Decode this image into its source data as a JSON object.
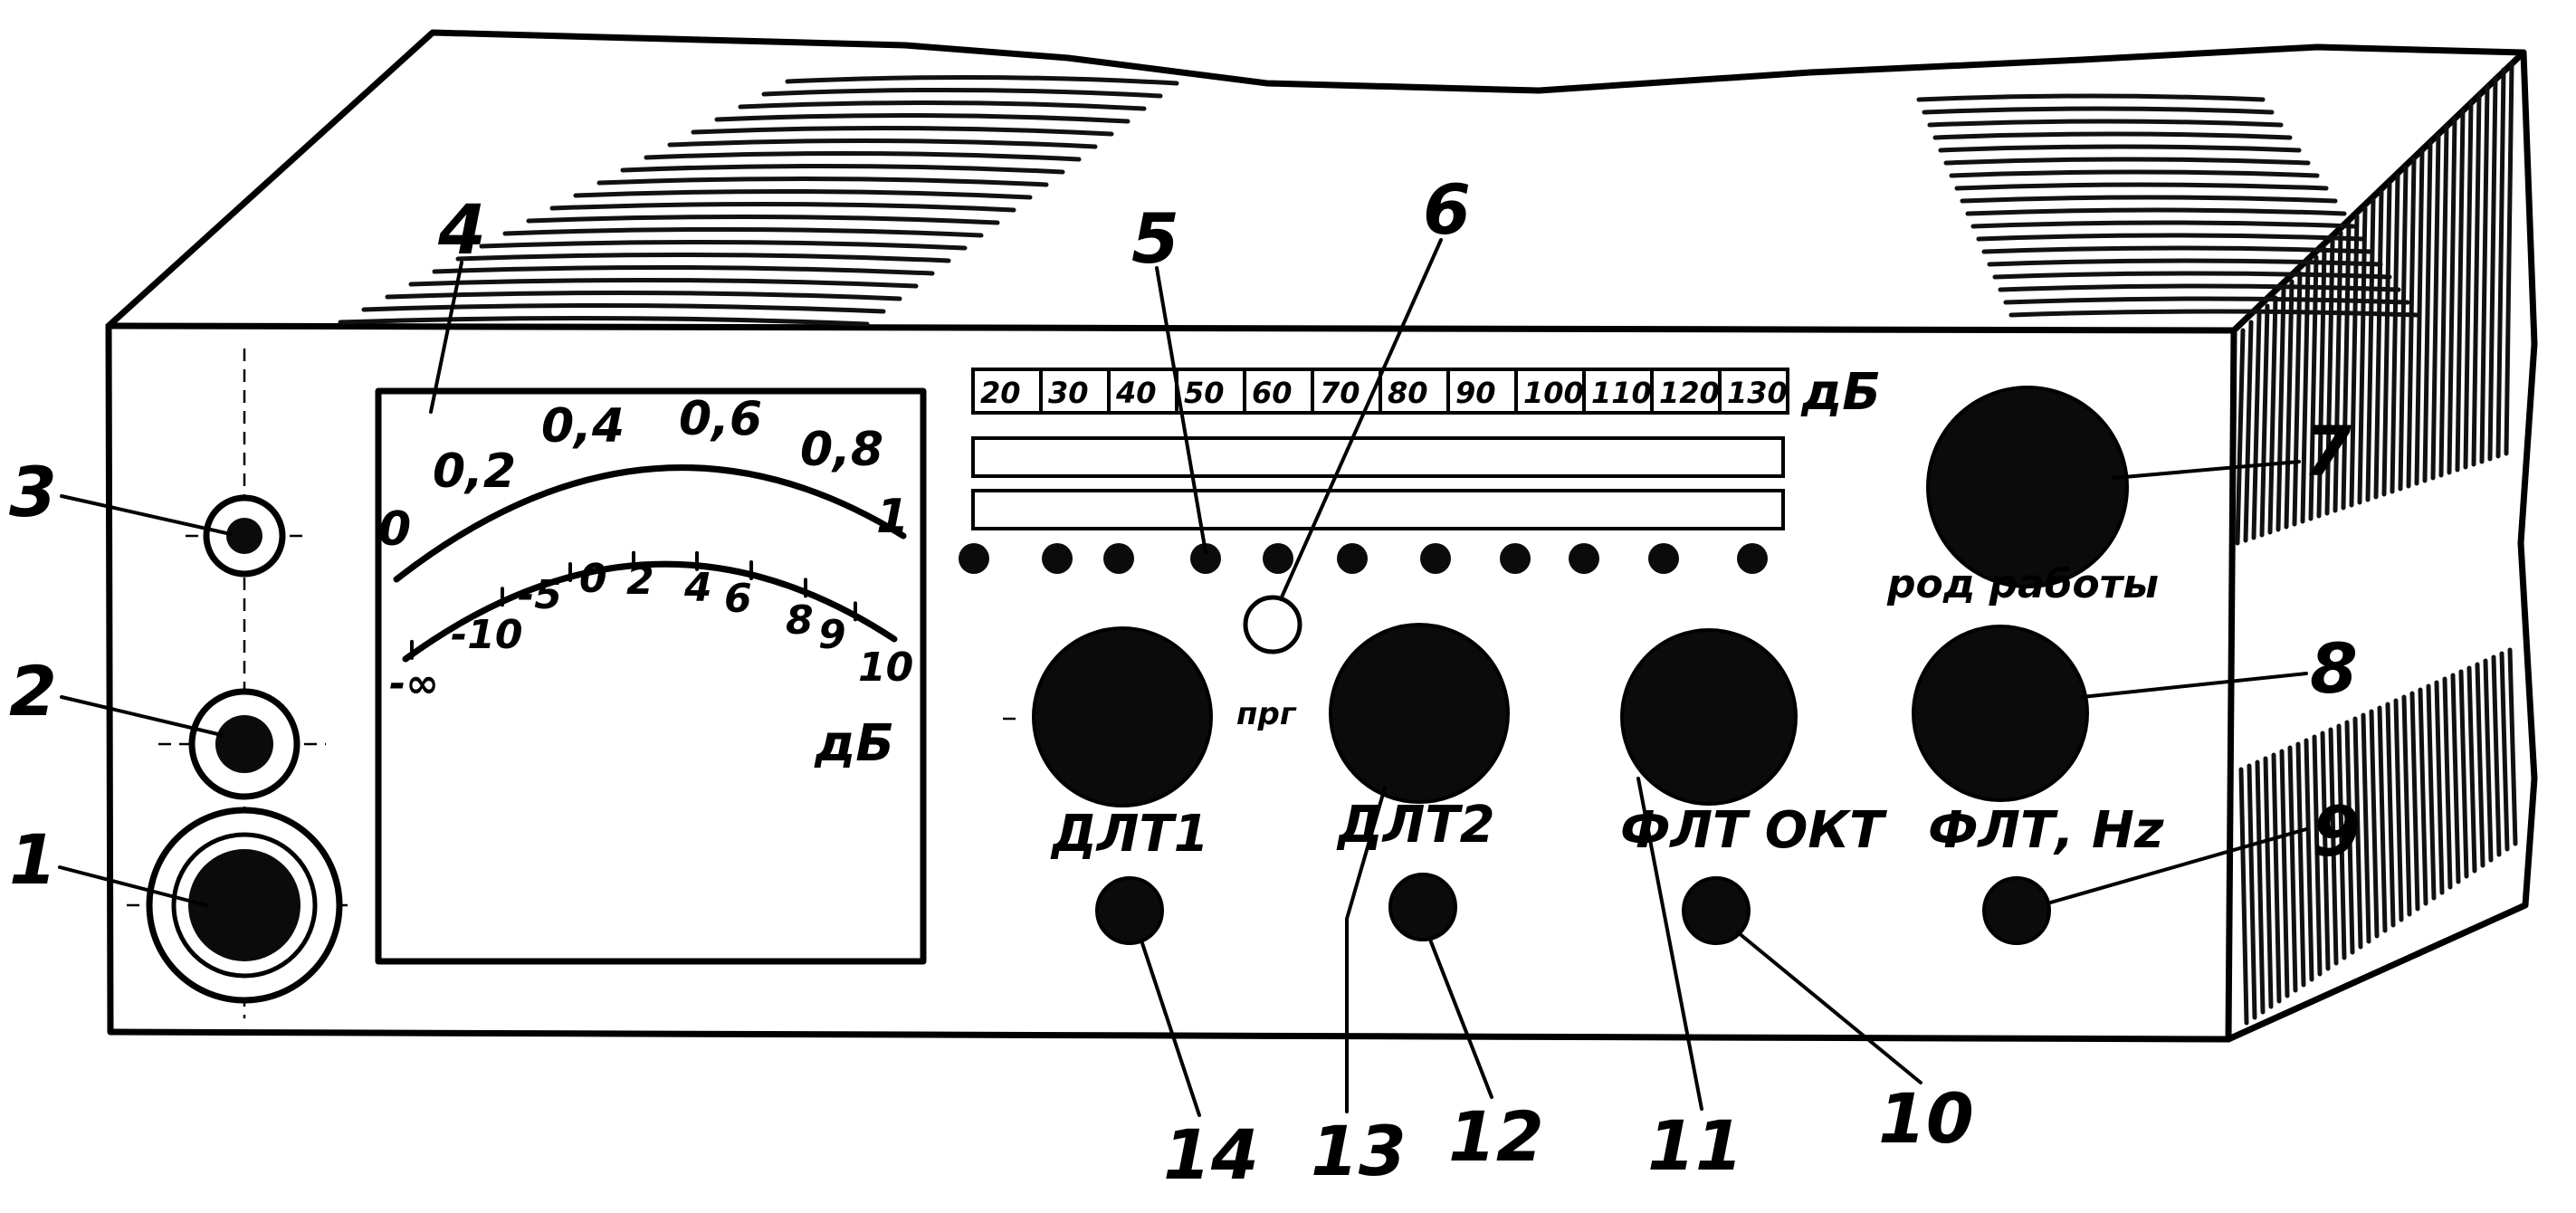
{
  "meter": {
    "unit": "дБ",
    "top_scale": [
      "0",
      "0,2",
      "0,4",
      "0,6",
      "0,8",
      "1"
    ],
    "bottom_scale": [
      "-∞",
      "-10",
      "-5",
      "0",
      "2",
      "4",
      "6",
      "8",
      "9",
      "10"
    ]
  },
  "level_scale": {
    "unit": "дБ",
    "cells": [
      "20",
      "30",
      "40",
      "50",
      "60",
      "70",
      "80",
      "90",
      "100",
      "110",
      "120",
      "130"
    ]
  },
  "labels": {
    "prg": "прг",
    "mode": "род работы",
    "dlt1": "ДЛТ1",
    "dlt2": "ДЛТ2",
    "flt_okt": "ФЛТ ОКТ",
    "flt_hz": "ФЛТ, Hz"
  },
  "callouts": [
    "1",
    "2",
    "3",
    "4",
    "5",
    "6",
    "7",
    "8",
    "9",
    "10",
    "11",
    "12",
    "13",
    "14"
  ]
}
